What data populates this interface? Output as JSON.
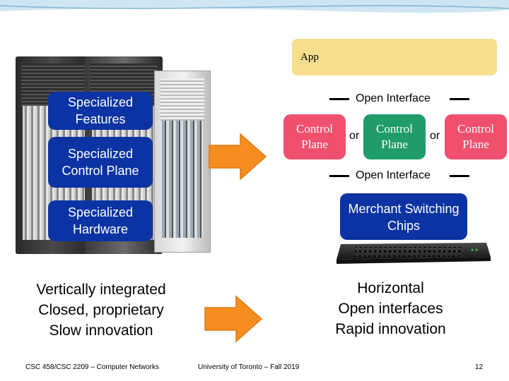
{
  "left": {
    "boxes": {
      "features": "Specialized Features",
      "control": "Specialized Control Plane",
      "hardware": "Specialized Hardware"
    },
    "caption": [
      "Vertically integrated",
      "Closed, proprietary",
      "Slow innovation"
    ]
  },
  "right": {
    "app": "App",
    "open_interface_top": "Open Interface",
    "open_interface_bottom": "Open Interface",
    "control_planes": [
      "Control Plane",
      "Control Plane",
      "Control Plane"
    ],
    "or_labels": [
      "or",
      "or"
    ],
    "merchant": "Merchant Switching Chips",
    "caption": [
      "Horizontal",
      "Open interfaces",
      "Rapid innovation"
    ]
  },
  "footer": {
    "course": "CSC 458/CSC 2209 – Computer Networks",
    "university": "University of Toronto – Fall 2019",
    "page": "12"
  },
  "colors": {
    "blue_box": "#0b33a3",
    "app_box": "#f6de8d",
    "control_red": "#f0506e",
    "control_green": "#1f9c6a",
    "arrow_orange": "#f58d1f"
  }
}
